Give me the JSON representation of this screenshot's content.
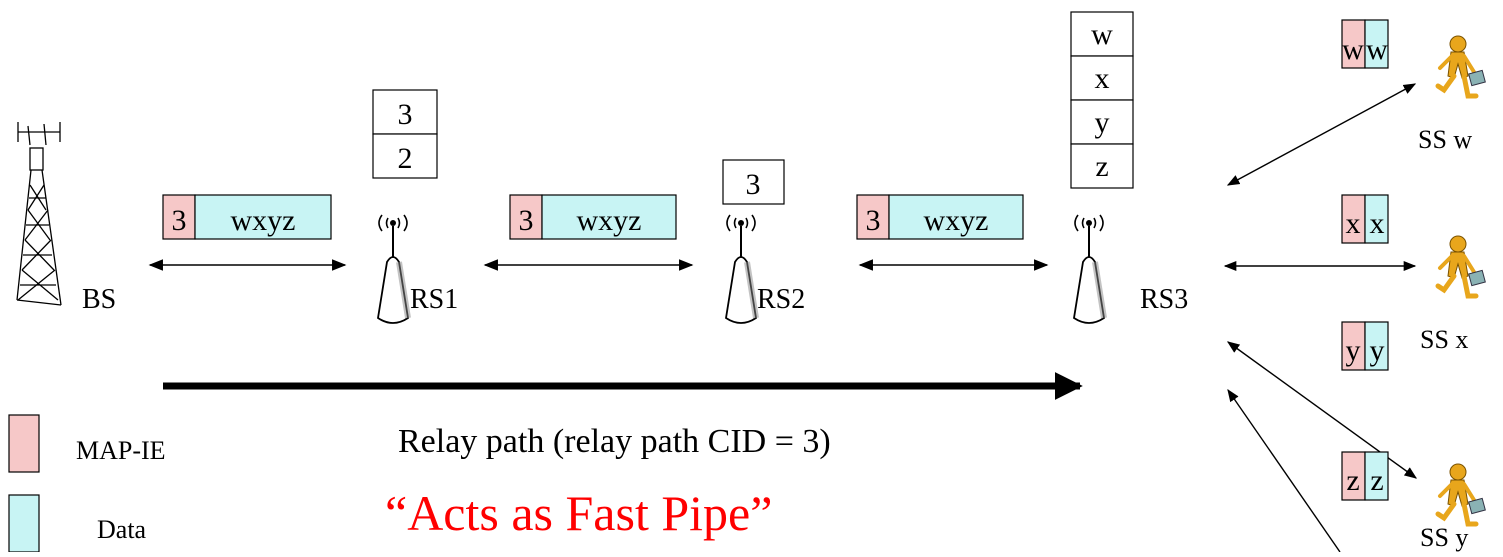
{
  "colors": {
    "map_ie": "#f6c8c8",
    "data": "#c8f4f4",
    "accent_text": "#ff0000",
    "line": "#000000",
    "figure": "#e8a61c"
  },
  "nodes": {
    "bs": "BS",
    "rs1": "RS1",
    "rs2": "RS2",
    "rs3": "RS3",
    "ss_w": "SS w",
    "ss_x": "SS x",
    "ss_y": "SS y"
  },
  "frames": {
    "link1": {
      "map": "3",
      "data": "wxyz"
    },
    "link2": {
      "map": "3",
      "data": "wxyz"
    },
    "link3": {
      "map": "3",
      "data": "wxyz"
    }
  },
  "stacks": {
    "rs1": [
      "3",
      "2"
    ],
    "rs2": [
      "3"
    ],
    "rs3": [
      "w",
      "x",
      "y",
      "z"
    ]
  },
  "ss_frames": {
    "w": {
      "map": "w",
      "data": "w"
    },
    "x": {
      "map": "x",
      "data": "x"
    },
    "y": {
      "map": "y",
      "data": "y"
    },
    "z": {
      "map": "z",
      "data": "z"
    }
  },
  "legend": {
    "map_ie": "MAP-IE",
    "data": "Data"
  },
  "relay_path_label": "Relay path (relay path CID = 3)",
  "fast_pipe_label": "“Acts as Fast Pipe”"
}
